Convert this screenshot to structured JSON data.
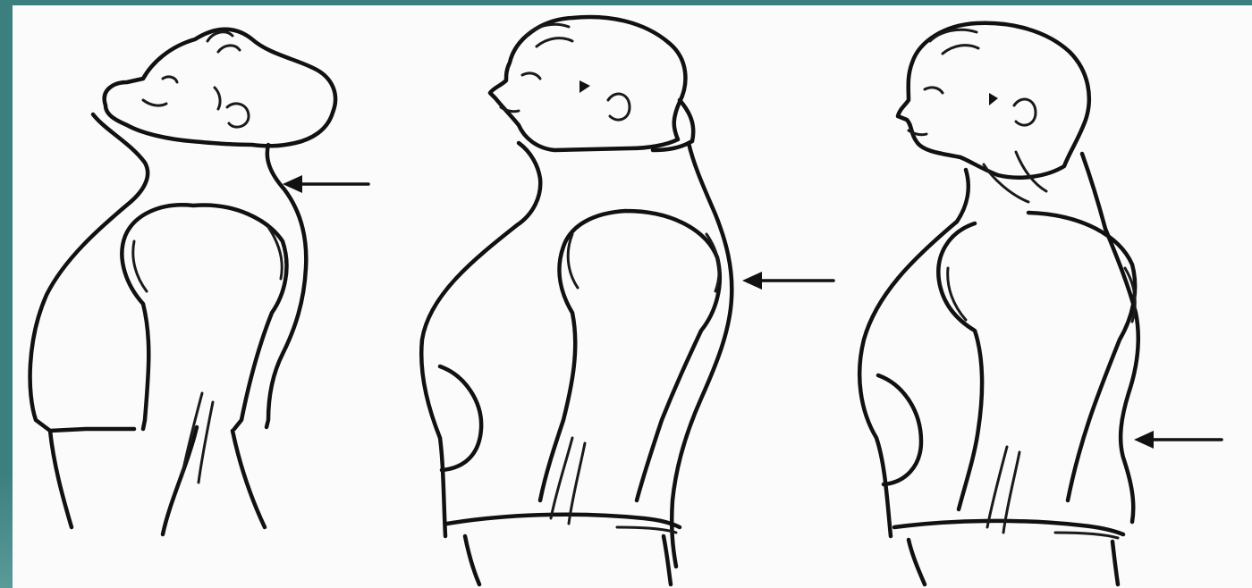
{
  "figures": [
    {
      "id": "figure-1",
      "arrow_target": "neck"
    },
    {
      "id": "figure-2",
      "arrow_target": "upper-back"
    },
    {
      "id": "figure-3",
      "arrow_target": "lower-back"
    }
  ],
  "colors": {
    "frame": "#3b7f7e",
    "paper": "#fbfbfb",
    "ink": "#111111"
  }
}
